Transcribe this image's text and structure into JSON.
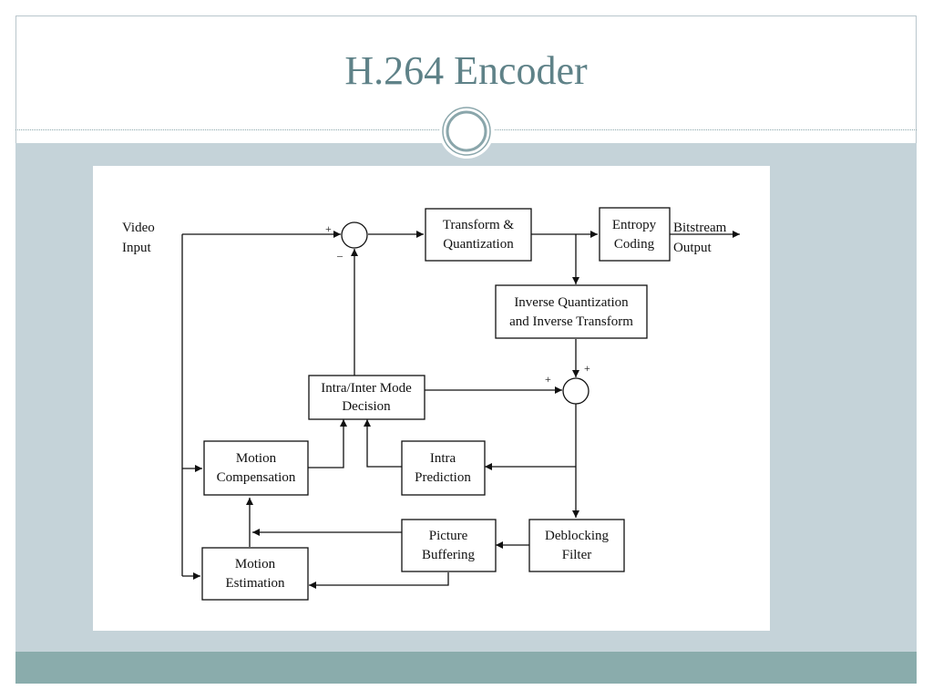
{
  "slide": {
    "title": "H.264 Encoder"
  },
  "diagram": {
    "input_label": [
      "Video",
      "Input"
    ],
    "output_label": [
      "Bitstream",
      "Output"
    ],
    "blocks": {
      "transform_quantization": [
        "Transform &",
        "Quantization"
      ],
      "entropy_coding": [
        "Entropy",
        "Coding"
      ],
      "inverse_quant_transform": [
        "Inverse Quantization",
        "and Inverse Transform"
      ],
      "mode_decision": [
        "Intra/Inter Mode",
        "Decision"
      ],
      "motion_compensation": [
        "Motion",
        "Compensation"
      ],
      "intra_prediction": [
        "Intra",
        "Prediction"
      ],
      "deblocking_filter": [
        "Deblocking",
        "Filter"
      ],
      "picture_buffering": [
        "Picture",
        "Buffering"
      ],
      "motion_estimation": [
        "Motion",
        "Estimation"
      ]
    },
    "signs": {
      "sum1_plus": "+",
      "sum1_minus": "–",
      "sum2_plus_left": "+",
      "sum2_plus_top": "+"
    }
  }
}
